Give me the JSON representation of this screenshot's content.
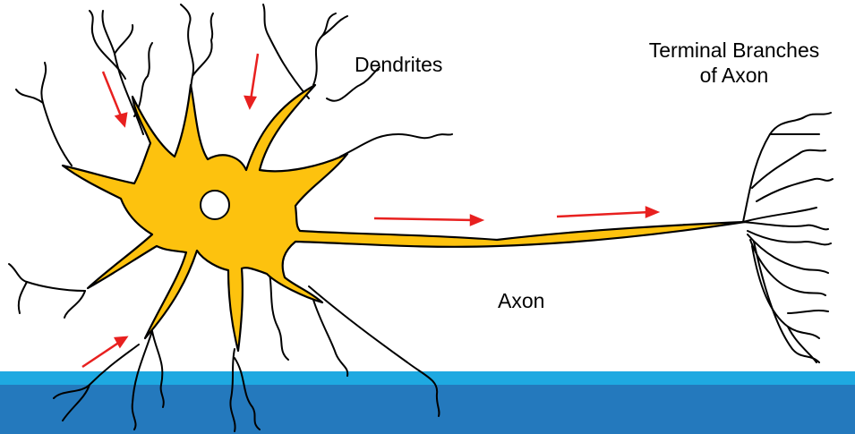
{
  "labels": {
    "dendrites": "Dendrites",
    "terminal_line1": "Terminal Branches",
    "terminal_line2": "of Axon",
    "axon": "Axon"
  },
  "colors": {
    "background": "#ffffff",
    "cell_fill": "#fdc20e",
    "outline": "#000000",
    "nucleus": "#ffffff",
    "arrow": "#e8201f",
    "water_light": "#1ea9e1",
    "water_dark": "#2479bd"
  }
}
